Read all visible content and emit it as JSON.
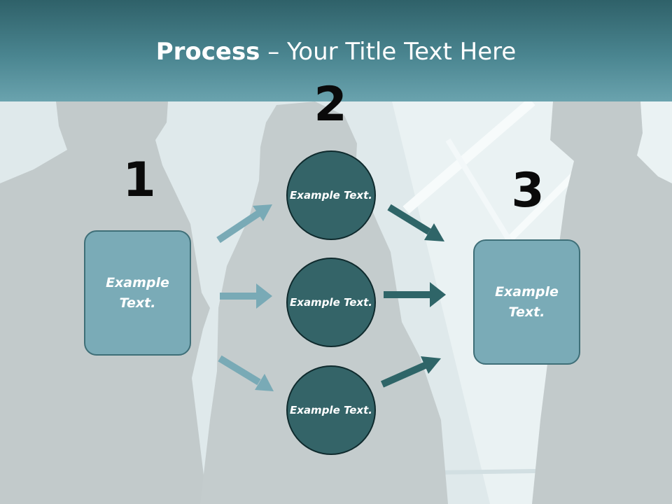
{
  "slide": {
    "title_bold": "Process",
    "title_rest": " – Your Title Text Here",
    "step_numbers": [
      "1",
      "2",
      "3"
    ],
    "left_box": {
      "text": "Example Text."
    },
    "circles": [
      {
        "text": "Example Text."
      },
      {
        "text": "Example Text."
      },
      {
        "text": "Example Text."
      }
    ],
    "right_box": {
      "text": "Example Text."
    }
  },
  "colors": {
    "header": "#4a8590",
    "box_fill": "#7aabb7",
    "circle_fill": "#346468",
    "arrow_light": "#79aab6",
    "arrow_dark": "#2f6568"
  }
}
